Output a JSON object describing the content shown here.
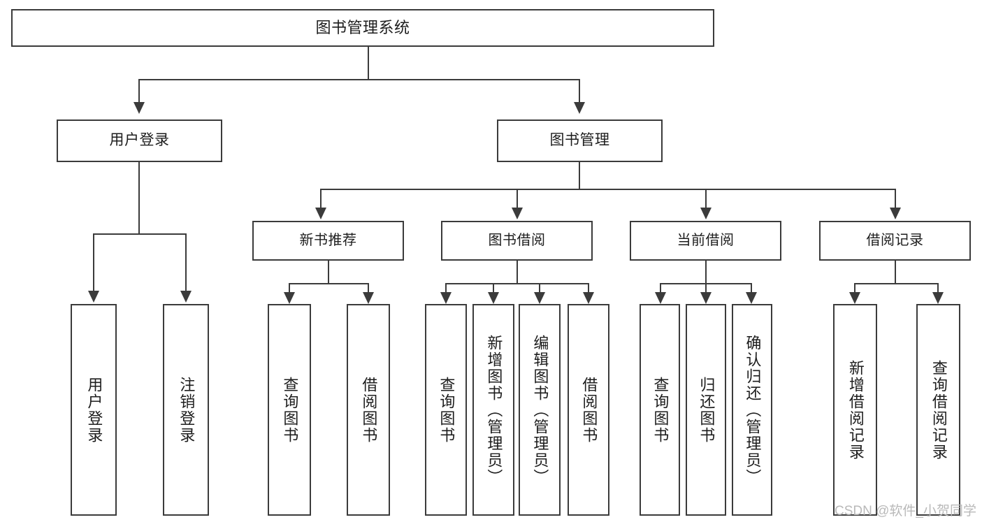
{
  "diagram": {
    "type": "tree-hierarchy",
    "title": "图书管理系统",
    "root": {
      "label": "图书管理系统"
    },
    "level1": [
      {
        "label": "用户登录"
      },
      {
        "label": "图书管理"
      }
    ],
    "level2": [
      {
        "label": "新书推荐"
      },
      {
        "label": "图书借阅"
      },
      {
        "label": "当前借阅"
      },
      {
        "label": "借阅记录"
      }
    ],
    "leaves": {
      "user_login": [
        {
          "label": "用户登录"
        },
        {
          "label": "注销登录"
        }
      ],
      "new_book_recommend": [
        {
          "label": "查询图书"
        },
        {
          "label": "借阅图书"
        }
      ],
      "book_borrow": [
        {
          "label": "查询图书"
        },
        {
          "label": "新增图书（管理员）"
        },
        {
          "label": "编辑图书（管理员）"
        },
        {
          "label": "借阅图书"
        }
      ],
      "current_borrow": [
        {
          "label": "查询图书"
        },
        {
          "label": "归还图书"
        },
        {
          "label": "确认归还（管理员）"
        }
      ],
      "borrow_records": [
        {
          "label": "新增借阅记录"
        },
        {
          "label": "查询借阅记录"
        }
      ]
    }
  },
  "watermark": {
    "text": "CSDN @软件_小贺同学"
  },
  "colors": {
    "stroke": "#3b3b3b",
    "text": "#1d1d1d",
    "background": "#ffffff",
    "watermark": "#b9b9b9"
  }
}
